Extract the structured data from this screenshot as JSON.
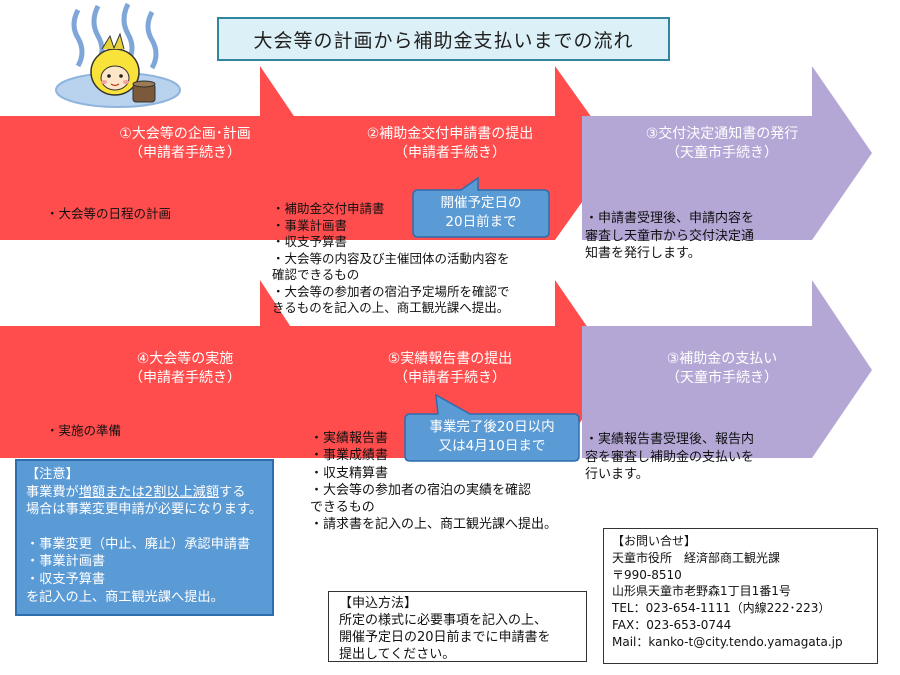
{
  "title": "大会等の計画から補助金支払いまでの流れ",
  "colors": {
    "red_arrow": "#ff4d4d",
    "purple_arrow": "#b4a7d6",
    "callout": "#5b9bd5",
    "title_border": "#31859c"
  },
  "steps": [
    {
      "line1": "①大会等の企画･計画",
      "line2": "（申請者手続き）"
    },
    {
      "line1": "②補助金交付申請書の提出",
      "line2": "（申請者手続き）"
    },
    {
      "line1": "③交付決定通知書の発行",
      "line2": "（天童市手続き）"
    },
    {
      "line1": "④大会等の実施",
      "line2": "（申請者手続き）"
    },
    {
      "line1": "⑤実績報告書の提出",
      "line2": "（申請者手続き）"
    },
    {
      "line1": "③補助金の支払い",
      "line2": "（天童市手続き）"
    }
  ],
  "callouts": [
    {
      "line1": "開催予定日の",
      "line2": "20日前まで"
    },
    {
      "line1": "事業完了後20日以内",
      "line2": "又は4月10日まで"
    }
  ],
  "step1_detail": "・大会等の日程の計画",
  "step2_items": [
    "・補助金交付申請書",
    "・事業計画書",
    "・収支予算書",
    "・大会等の内容及び主催団体の活動内容を",
    "確認できるもの",
    "・大会等の参加者の宿泊予定場所を確認で",
    "きるものを記入の上、商工観光課へ提出。"
  ],
  "step3_items": [
    "・申請書受理後、申請内容を",
    "審査し天童市から交付決定通",
    "知書を発行します。"
  ],
  "step4_detail": "・実施の準備",
  "step5_items": [
    "・実績報告書",
    "・事業成績書",
    "・収支精算書",
    "・大会等の参加者の宿泊の実績を確認",
    "できるもの",
    "・請求書を記入の上、商工観光課へ提出。"
  ],
  "step6_items": [
    "・実績報告書受理後、報告内",
    "容を審査し補助金の支払いを",
    "行います。"
  ],
  "notice": {
    "heading": "【注意】",
    "line1_a": "事業費が",
    "line1_b": "増額または2割以上減額",
    "line1_c": "する",
    "line2": "場合は事業変更申請が必要になります。",
    "items": [
      "・事業変更（中止、廃止）承認申請書",
      "・事業計画書",
      "・収支予算書",
      "を記入の上、商工観光課へ提出。"
    ]
  },
  "application_method": {
    "heading": "【申込方法】",
    "lines": [
      "所定の様式に必要事項を記入の上、",
      "開催予定日の20日前までに申請書を",
      "提出してください。"
    ]
  },
  "contact": {
    "heading": "【お問い合せ】",
    "lines": [
      "天童市役所　経済部商工観光課",
      "〒990-8510",
      "山形県天童市老野森1丁目1番1号",
      "TEL：023-654-1111（内線222･223）",
      "FAX：023-653-0744",
      "Mail：kanko-t@city.tendo.yamagata.jp"
    ]
  }
}
